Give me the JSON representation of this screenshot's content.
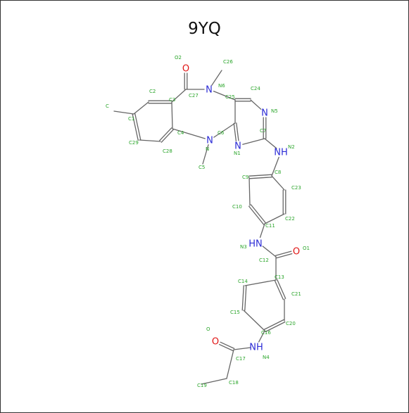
{
  "title": "9YQ",
  "colors": {
    "frame": "#333333",
    "bond": "#666666",
    "nitrogen": "#2b2bd6",
    "oxygen": "#e01515",
    "atom_label": "#2aa52a"
  },
  "symbols": [
    {
      "key": "O2",
      "text": "O",
      "el": "O"
    },
    {
      "key": "N6",
      "text": "N",
      "el": "N"
    },
    {
      "key": "N5",
      "text": "N",
      "el": "N"
    },
    {
      "key": "N",
      "text": "N",
      "el": "N"
    },
    {
      "key": "N1",
      "text": "N",
      "el": "N"
    },
    {
      "key": "N2",
      "text": "NH",
      "el": "N"
    },
    {
      "key": "N3",
      "text": "HN",
      "el": "N"
    },
    {
      "key": "O1",
      "text": "O",
      "el": "O"
    },
    {
      "key": "N4",
      "text": "NH",
      "el": "N"
    },
    {
      "key": "O",
      "text": "O",
      "el": "O"
    }
  ],
  "labels": [
    {
      "key": "O2",
      "text": "O2",
      "el": "O"
    },
    {
      "key": "C26",
      "text": "C26",
      "el": "C"
    },
    {
      "key": "C27",
      "text": "C27",
      "el": "C"
    },
    {
      "key": "N6",
      "text": "N6",
      "el": "N"
    },
    {
      "key": "C24",
      "text": "C24",
      "el": "C"
    },
    {
      "key": "C2",
      "text": "C2",
      "el": "C"
    },
    {
      "key": "C3",
      "text": "C3",
      "el": "C"
    },
    {
      "key": "C25",
      "text": "C25",
      "el": "C"
    },
    {
      "key": "N5",
      "text": "N5",
      "el": "N"
    },
    {
      "key": "C",
      "text": "C",
      "el": "C"
    },
    {
      "key": "C1",
      "text": "C1",
      "el": "C"
    },
    {
      "key": "C4",
      "text": "C4",
      "el": "C"
    },
    {
      "key": "N",
      "text": "N",
      "el": "N"
    },
    {
      "key": "C6",
      "text": "C6",
      "el": "C"
    },
    {
      "key": "C7",
      "text": "C7",
      "el": "C"
    },
    {
      "key": "C29",
      "text": "C29",
      "el": "C"
    },
    {
      "key": "C28",
      "text": "C28",
      "el": "C"
    },
    {
      "key": "N1",
      "text": "N1",
      "el": "N"
    },
    {
      "key": "N2",
      "text": "N2",
      "el": "N"
    },
    {
      "key": "C5",
      "text": "C5",
      "el": "C"
    },
    {
      "key": "C8",
      "text": "C8",
      "el": "C"
    },
    {
      "key": "C9",
      "text": "C9",
      "el": "C"
    },
    {
      "key": "C23",
      "text": "C23",
      "el": "C"
    },
    {
      "key": "C10",
      "text": "C10",
      "el": "C"
    },
    {
      "key": "C22",
      "text": "C22",
      "el": "C"
    },
    {
      "key": "C11",
      "text": "C11",
      "el": "C"
    },
    {
      "key": "N3",
      "text": "N3",
      "el": "N"
    },
    {
      "key": "O1",
      "text": "O1",
      "el": "O"
    },
    {
      "key": "C12",
      "text": "C12",
      "el": "C"
    },
    {
      "key": "C13",
      "text": "C13",
      "el": "C"
    },
    {
      "key": "C14",
      "text": "C14",
      "el": "C"
    },
    {
      "key": "C21",
      "text": "C21",
      "el": "C"
    },
    {
      "key": "C15",
      "text": "C15",
      "el": "C"
    },
    {
      "key": "C16",
      "text": "C16",
      "el": "C"
    },
    {
      "key": "C20",
      "text": "C20",
      "el": "C"
    },
    {
      "key": "O",
      "text": "O",
      "el": "O"
    },
    {
      "key": "N4",
      "text": "N4",
      "el": "N"
    },
    {
      "key": "C17",
      "text": "C17",
      "el": "C"
    },
    {
      "key": "C19",
      "text": "C19",
      "el": "C"
    },
    {
      "key": "C18",
      "text": "C18",
      "el": "C"
    }
  ]
}
